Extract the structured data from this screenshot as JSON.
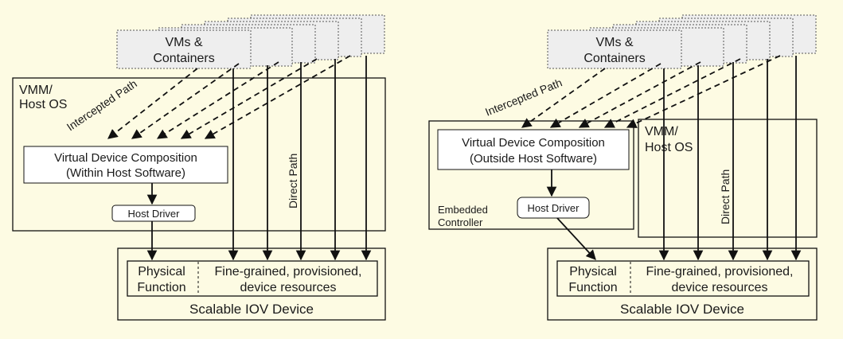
{
  "colors": {
    "background": "#fdfbe3",
    "line": "#111111",
    "vm_fill": "#eeeeee",
    "box_fill": "#ffffff",
    "label": "#1a1a1a",
    "muted_label": "#333333"
  },
  "left": {
    "vms_line1": "VMs &",
    "vms_line2": "Containers",
    "vmm_line1": "VMM/",
    "vmm_line2": "Host OS",
    "intercepted_path": "Intercepted Path",
    "direct_path": "Direct Path",
    "vdc_line1": "Virtual Device Composition",
    "vdc_line2": "(Within Host Software)",
    "host_driver": "Host Driver",
    "pf_line1": "Physical",
    "pf_line2": "Function",
    "res_line1": "Fine-grained, provisioned,",
    "res_line2": "device resources",
    "device": "Scalable IOV Device"
  },
  "right": {
    "vms_line1": "VMs &",
    "vms_line2": "Containers",
    "vmm_line1": "VMM/",
    "vmm_line2": "Host OS",
    "intercepted_path": "Intercepted Path",
    "direct_path": "Direct Path",
    "vdc_line1": "Virtual Device Composition",
    "vdc_line2": "(Outside Host Software)",
    "host_driver": "Host Driver",
    "ec_line1": "Embedded",
    "ec_line2": "Controller",
    "pf_line1": "Physical",
    "pf_line2": "Function",
    "res_line1": "Fine-grained, provisioned,",
    "res_line2": "device resources",
    "device": "Scalable IOV Device"
  }
}
